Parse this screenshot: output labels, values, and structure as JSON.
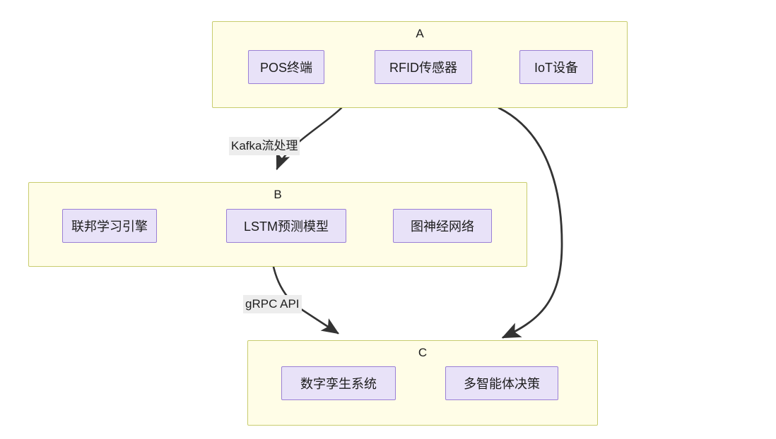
{
  "diagram": {
    "type": "flowchart",
    "direction": "top-down",
    "background_color": "#ffffff",
    "subgraph_fill": "#fffde7",
    "subgraph_border": "#c8cc6e",
    "node_fill": "#e8e2f8",
    "node_border": "#9a7fd6",
    "edge_color": "#333333",
    "edge_label_background": "#ededed",
    "subgraphs": [
      {
        "id": "A",
        "title": "A",
        "nodes": [
          {
            "id": "pos",
            "label": "POS终端"
          },
          {
            "id": "rfid",
            "label": "RFID传感器"
          },
          {
            "id": "iot",
            "label": "IoT设备"
          }
        ]
      },
      {
        "id": "B",
        "title": "B",
        "nodes": [
          {
            "id": "federated",
            "label": "联邦学习引擎"
          },
          {
            "id": "lstm",
            "label": "LSTM预测模型"
          },
          {
            "id": "gnn",
            "label": "图神经网络"
          }
        ]
      },
      {
        "id": "C",
        "title": "C",
        "nodes": [
          {
            "id": "twin",
            "label": "数字孪生系统"
          },
          {
            "id": "agents",
            "label": "多智能体决策"
          }
        ]
      }
    ],
    "edges": [
      {
        "id": "a-to-b",
        "from": "A",
        "to": "B",
        "label": "Kafka流处理"
      },
      {
        "id": "b-to-c",
        "from": "B",
        "to": "C",
        "label": "gRPC API"
      },
      {
        "id": "a-to-c",
        "from": "A",
        "to": "C",
        "label": ""
      }
    ]
  }
}
